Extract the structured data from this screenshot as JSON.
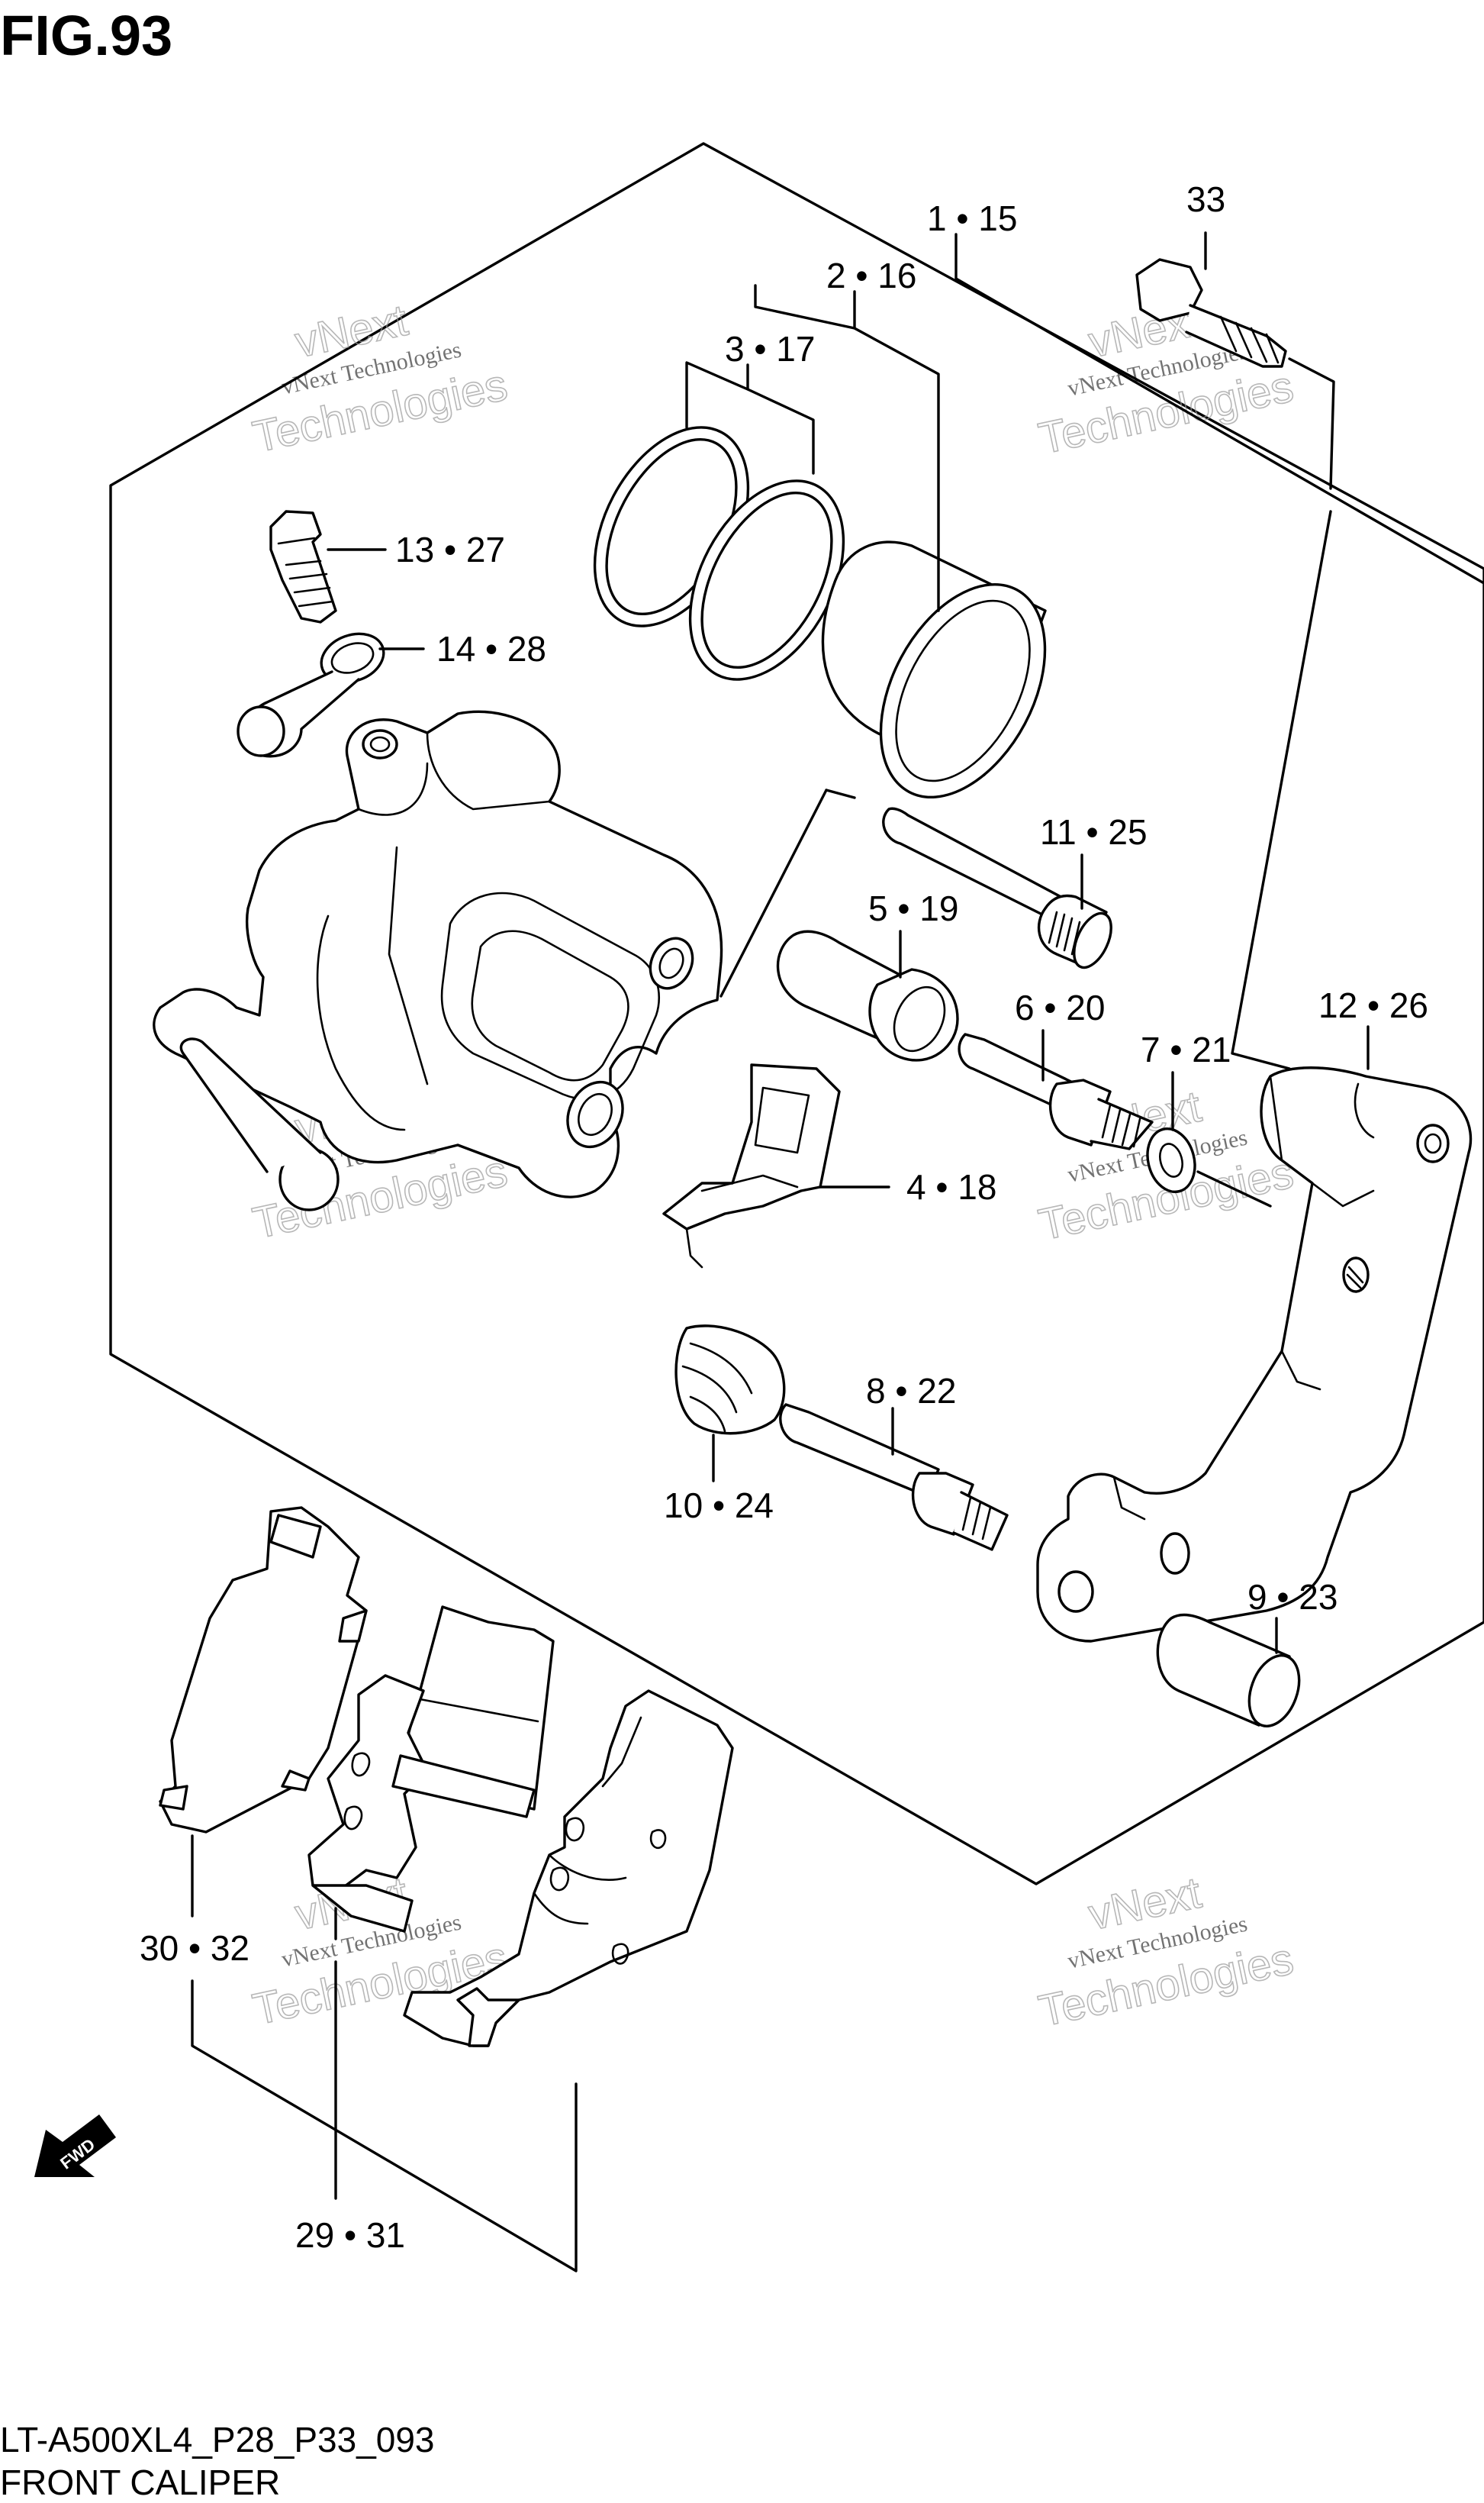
{
  "figure": {
    "title": "FIG.93"
  },
  "footer": {
    "code": "LT-A500XL4_P28_P33_093",
    "name": "FRONT CALIPER"
  },
  "watermark": {
    "line1": "vNext Technologies",
    "line2": "Technologies",
    "overlay": "vNext"
  },
  "fwd_label": "FWD",
  "labels": {
    "l_1_15": "1 • 15",
    "l_2_16": "2 • 16",
    "l_3_17": "3 • 17",
    "l_33": "33",
    "l_13_27": "13 • 27",
    "l_14_28": "14 • 28",
    "l_11_25": "11 • 25",
    "l_5_19": "5 • 19",
    "l_6_20": "6 • 20",
    "l_12_26": "12 • 26",
    "l_7_21": "7 • 21",
    "l_4_18": "4 • 18",
    "l_8_22": "8 • 22",
    "l_10_24": "10 • 24",
    "l_9_23": "9 • 23",
    "l_30_32": "30 • 32",
    "l_29_31": "29 • 31"
  }
}
